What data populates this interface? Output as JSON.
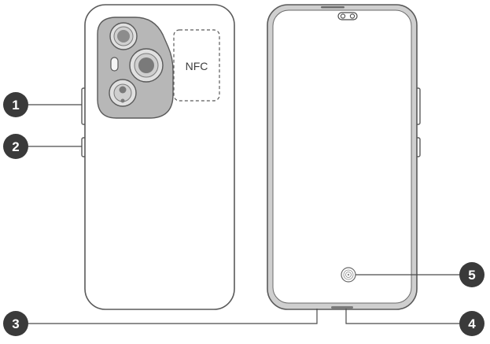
{
  "back_view": {
    "nfc_label": "NFC"
  },
  "callouts": [
    "1",
    "2",
    "3",
    "4",
    "5"
  ],
  "colors": {
    "outline": "#5a5a5a",
    "camera_module": "#b7b7b7",
    "lens_ring": "#8c8c8c",
    "lens_core": "#7a7a7a",
    "bezel": "#cfcfcf",
    "callout_fill": "#3a3a3a",
    "leader_line": "#4a4a4a"
  }
}
